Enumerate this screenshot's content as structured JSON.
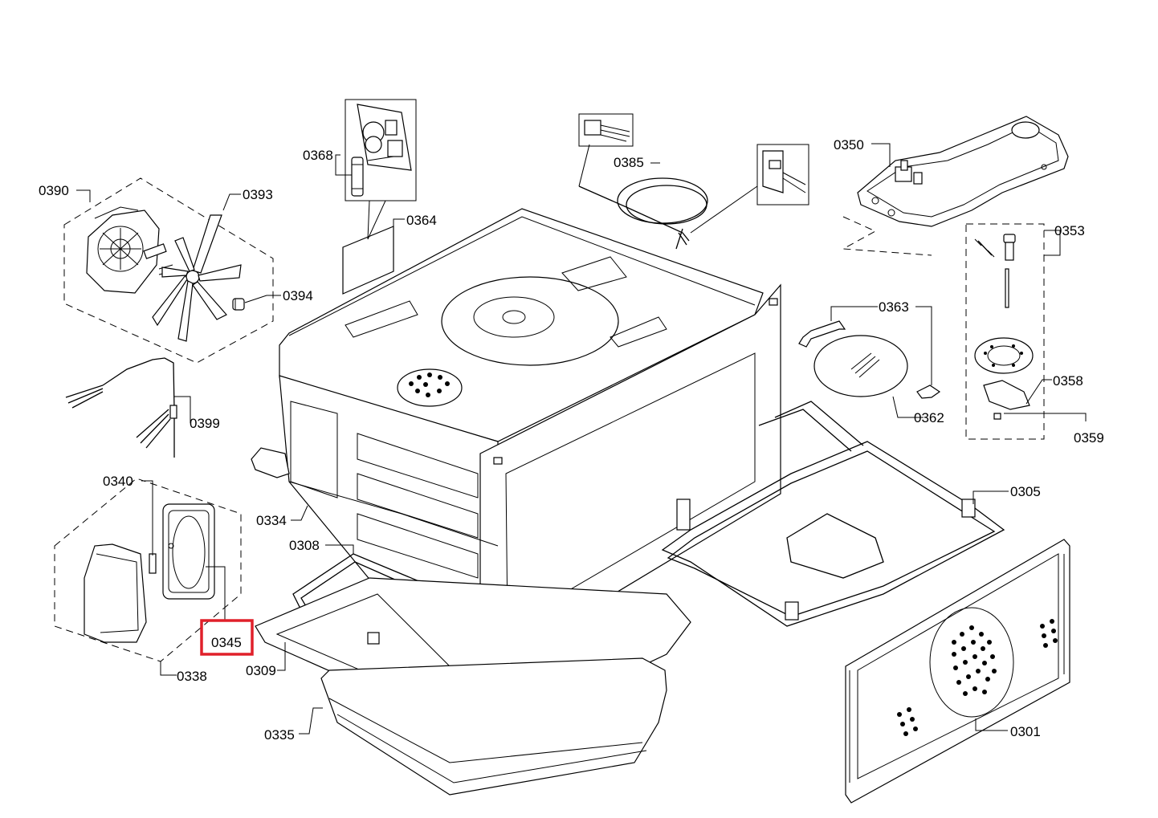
{
  "diagram": {
    "parts": {
      "p0390": "0390",
      "p0393": "0393",
      "p0394": "0394",
      "p0368": "0368",
      "p0364": "0364",
      "p0385": "0385",
      "p0350": "0350",
      "p0353": "0353",
      "p0363": "0363",
      "p0358": "0358",
      "p0362": "0362",
      "p0359": "0359",
      "p0399": "0399",
      "p0340": "0340",
      "p0334": "0334",
      "p0305": "0305",
      "p0308": "0308",
      "p0345": "0345",
      "p0338": "0338",
      "p0309": "0309",
      "p0335": "0335",
      "p0301": "0301"
    },
    "highlight": {
      "label": "0345",
      "color": "#e0202a"
    }
  }
}
